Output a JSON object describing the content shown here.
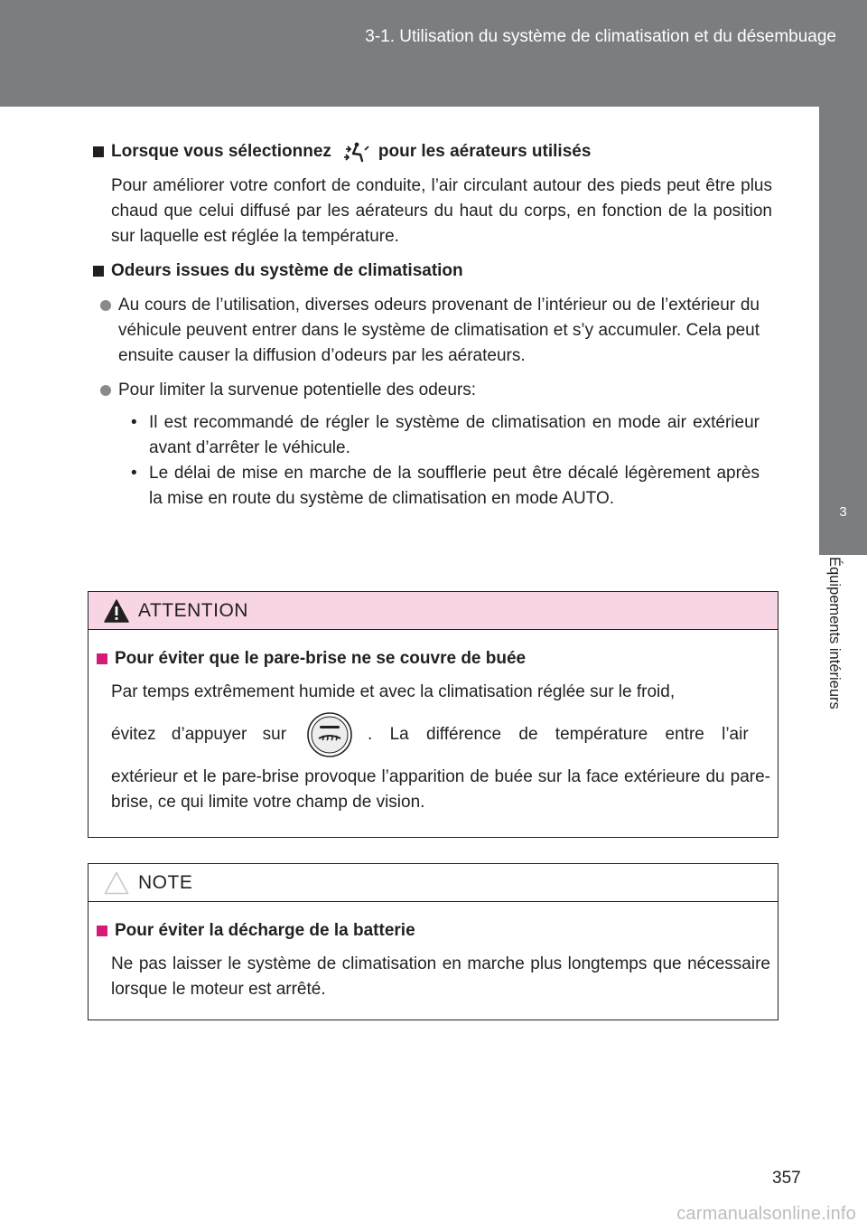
{
  "header": {
    "title": "3-1. Utilisation du système de climatisation et du désembuage"
  },
  "side_tab": {
    "chapter_number": "3",
    "chapter_title": "Équipements intérieurs"
  },
  "sections": {
    "vents": {
      "heading_before": "Lorsque vous sélectionnez",
      "heading_icon": "feet-and-upper-body-vent-icon",
      "heading_after": "pour les aérateurs utilisés",
      "body": "Pour améliorer votre confort de conduite, l’air circulant autour des pieds peut être plus chaud que celui diffusé par les aérateurs du haut du corps, en fonction de la position sur laquelle est réglée la température."
    },
    "odors": {
      "heading": "Odeurs issues du système de climatisation",
      "bullet1": "Au cours de l’utilisation, diverses odeurs provenant de l’intérieur ou de l’extérieur du véhicule peuvent entrer dans le système de climatisation et s’y accumuler. Cela peut ensuite causer la diffusion d’odeurs par les aérateurs.",
      "bullet2": "Pour limiter la survenue potentielle des odeurs:",
      "sub1": "Il est recommandé de régler le système de climatisation en mode air extérieur avant d’arrêter le véhicule.",
      "sub2": "Le délai de mise en marche de la soufflerie peut être décalé légèrement après la mise en route du système de climatisation en mode AUTO."
    }
  },
  "attention": {
    "title": "ATTENTION",
    "heading": "Pour éviter que le pare-brise ne se couvre de buée",
    "line1": "Par temps extrêmement humide et avec la climatisation réglée sur le froid,",
    "before_button": "évitez d’appuyer sur",
    "button_icon": "windshield-defogger-icon",
    "after_button": ". La différence de température entre l’air",
    "rest": "extérieur et le pare-brise provoque l’apparition de buée sur la face extérieure du pare-brise, ce qui limite votre champ de vision."
  },
  "note": {
    "title": "NOTE",
    "heading": "Pour éviter la décharge de la batterie",
    "body": "Ne pas laisser le système de climatisation en marche plus longtemps que nécessaire lorsque le moteur est arrêté."
  },
  "page_number": "357",
  "watermark": "carmanualsonline.info",
  "colors": {
    "header_gray": "#7b7d80",
    "attention_pink": "#f8d5e5",
    "accent_magenta": "#d51a7a"
  }
}
